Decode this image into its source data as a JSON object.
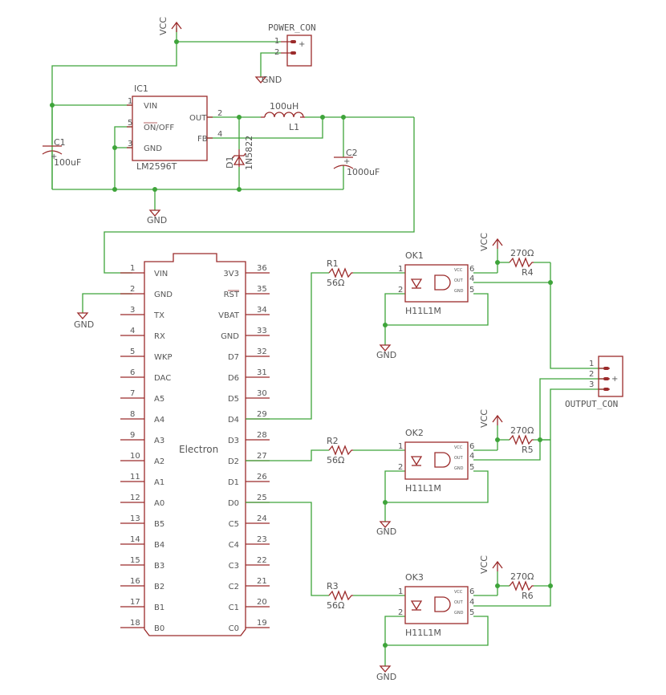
{
  "power": {
    "vcc_label": "VCC",
    "gnd_label": "GND",
    "connector_name": "POWER_CON",
    "connector_pins": [
      "1",
      "2"
    ],
    "plus_sign": "+"
  },
  "regulator": {
    "name": "IC1",
    "part": "LM2596T",
    "pins": [
      {
        "num": "1",
        "name": "VIN"
      },
      {
        "num": "5",
        "name": "ON/OFF"
      },
      {
        "num": "3",
        "name": "GND"
      },
      {
        "num": "2",
        "name": "OUT"
      },
      {
        "num": "4",
        "name": "FB"
      }
    ]
  },
  "passives": {
    "c1_name": "C1",
    "c1_value": "100uF",
    "c2_name": "C2",
    "c2_value": "1000uF",
    "l1_name": "L1",
    "l1_value": "100uH",
    "d1_name": "D1",
    "d1_value": "1N5822"
  },
  "mcu": {
    "name": "Electron",
    "left_pins": [
      {
        "num": "1",
        "name": "VIN"
      },
      {
        "num": "2",
        "name": "GND"
      },
      {
        "num": "3",
        "name": "TX"
      },
      {
        "num": "4",
        "name": "RX"
      },
      {
        "num": "5",
        "name": "WKP"
      },
      {
        "num": "6",
        "name": "DAC"
      },
      {
        "num": "7",
        "name": "A5"
      },
      {
        "num": "8",
        "name": "A4"
      },
      {
        "num": "9",
        "name": "A3"
      },
      {
        "num": "10",
        "name": "A2"
      },
      {
        "num": "11",
        "name": "A1"
      },
      {
        "num": "12",
        "name": "A0"
      },
      {
        "num": "13",
        "name": "B5"
      },
      {
        "num": "14",
        "name": "B4"
      },
      {
        "num": "15",
        "name": "B3"
      },
      {
        "num": "16",
        "name": "B2"
      },
      {
        "num": "17",
        "name": "B1"
      },
      {
        "num": "18",
        "name": "B0"
      }
    ],
    "right_pins": [
      {
        "num": "36",
        "name": "3V3"
      },
      {
        "num": "35",
        "name": "RST"
      },
      {
        "num": "34",
        "name": "VBAT"
      },
      {
        "num": "33",
        "name": "GND"
      },
      {
        "num": "32",
        "name": "D7"
      },
      {
        "num": "31",
        "name": "D6"
      },
      {
        "num": "30",
        "name": "D5"
      },
      {
        "num": "29",
        "name": "D4"
      },
      {
        "num": "28",
        "name": "D3"
      },
      {
        "num": "27",
        "name": "D2"
      },
      {
        "num": "26",
        "name": "D1"
      },
      {
        "num": "25",
        "name": "D0"
      },
      {
        "num": "24",
        "name": "C5"
      },
      {
        "num": "23",
        "name": "C4"
      },
      {
        "num": "22",
        "name": "C3"
      },
      {
        "num": "21",
        "name": "C2"
      },
      {
        "num": "20",
        "name": "C1"
      },
      {
        "num": "19",
        "name": "C0"
      }
    ]
  },
  "channels": [
    {
      "opto": "OK1",
      "part": "H11L1M",
      "r_in": "R1",
      "r_in_val": "56Ω",
      "r_pull": "R4",
      "r_pull_val": "270Ω"
    },
    {
      "opto": "OK2",
      "part": "H11L1M",
      "r_in": "R2",
      "r_in_val": "56Ω",
      "r_pull": "R5",
      "r_pull_val": "270Ω"
    },
    {
      "opto": "OK3",
      "part": "H11L1M",
      "r_in": "R3",
      "r_in_val": "56Ω",
      "r_pull": "R6",
      "r_pull_val": "270Ω"
    }
  ],
  "opto_pins": {
    "p1": "1",
    "p2": "2",
    "p4": "4",
    "p5": "5",
    "p6": "6",
    "vcc": "VCC",
    "out": "OUT",
    "gnd": "GND"
  },
  "output": {
    "connector_name": "OUTPUT_CON",
    "pins": [
      "1",
      "2",
      "3"
    ],
    "plus_sign": "+"
  }
}
